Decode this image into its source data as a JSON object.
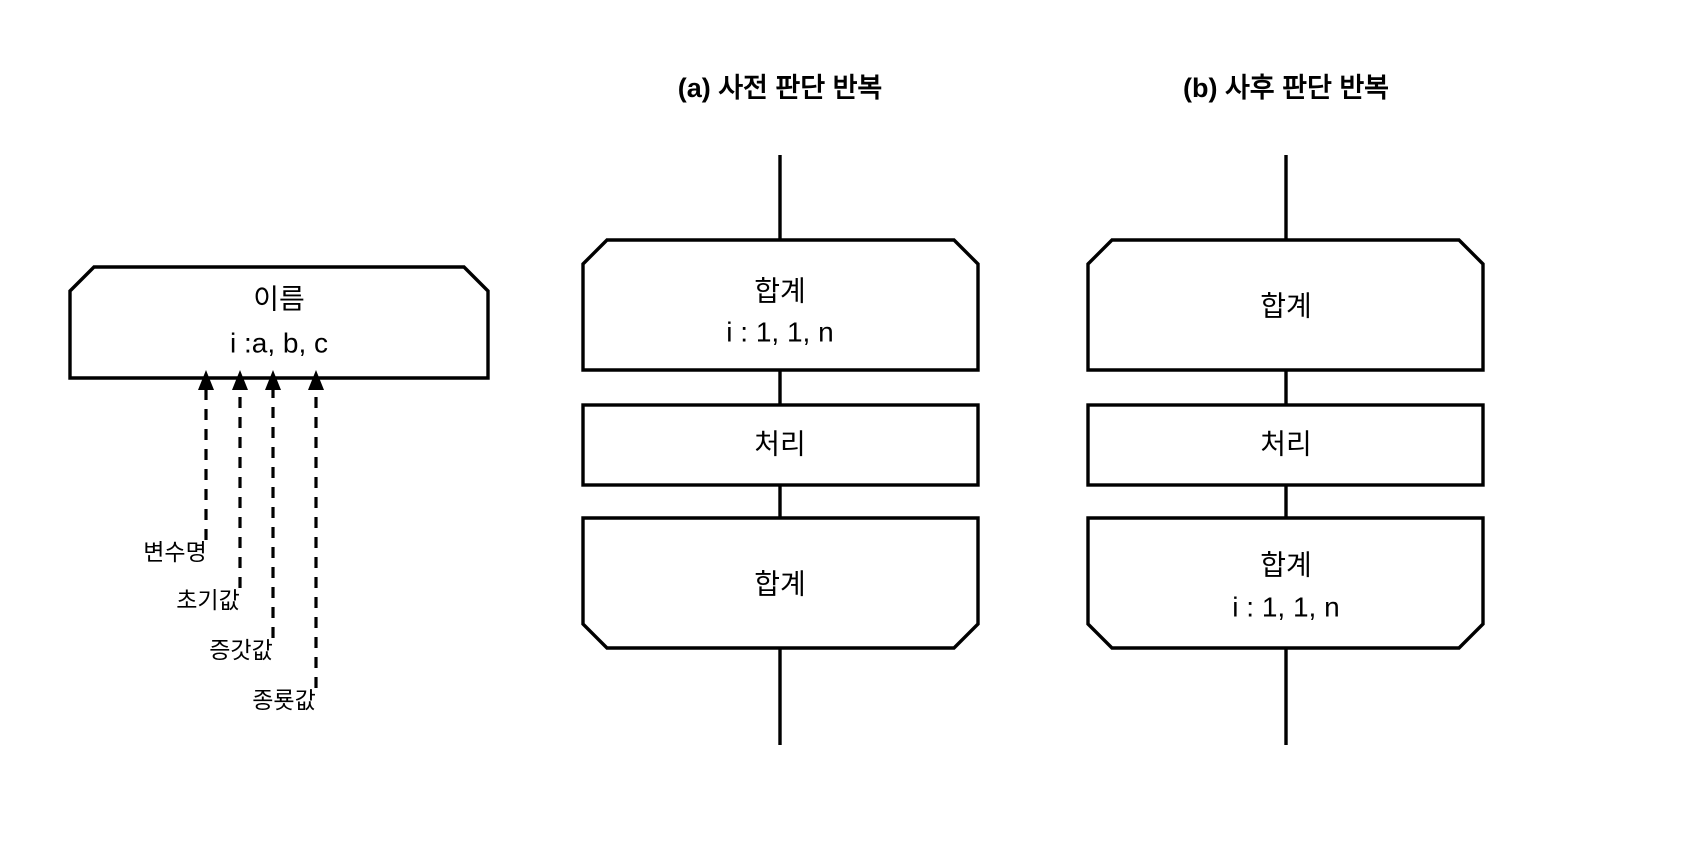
{
  "figure": {
    "background_color": "#ffffff",
    "stroke_color": "#000000"
  },
  "legend": {
    "name": "legend-loop-symbol",
    "box": {
      "line1": "이름",
      "line2": "i :a, b, c"
    },
    "callouts": [
      {
        "label": "변수명"
      },
      {
        "label": "초기값"
      },
      {
        "label": "증갓값"
      },
      {
        "label": "종룟값"
      }
    ]
  },
  "panels": [
    {
      "id": "pre-test-loop",
      "title": "(a) 사전 판단 반복",
      "boxes": [
        {
          "id": "loop-start",
          "shape": "chamfer-top",
          "line1": "합계",
          "line2": "i : 1, 1, n"
        },
        {
          "id": "process",
          "shape": "rect",
          "line1": "처리",
          "line2": ""
        },
        {
          "id": "loop-end",
          "shape": "chamfer-bottom",
          "line1": "합계",
          "line2": ""
        }
      ]
    },
    {
      "id": "post-test-loop",
      "title": "(b) 사후 판단 반복",
      "boxes": [
        {
          "id": "loop-start",
          "shape": "chamfer-top",
          "line1": "합계",
          "line2": ""
        },
        {
          "id": "process",
          "shape": "rect",
          "line1": "처리",
          "line2": ""
        },
        {
          "id": "loop-end",
          "shape": "chamfer-bottom",
          "line1": "합계",
          "line2": "i : 1, 1, n"
        }
      ]
    }
  ]
}
